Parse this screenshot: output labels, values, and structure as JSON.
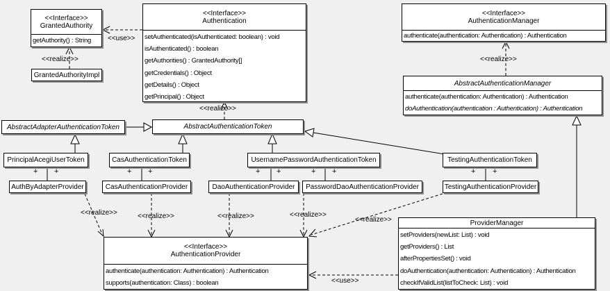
{
  "diagram_type": "uml-class-diagram",
  "colors": {
    "background": "#f0f0f0",
    "box_fill": "#ffffff",
    "line": "#000000",
    "shadow": "#8f8f8f"
  },
  "edge_labels": {
    "realize": "<<realize>>",
    "use": "<<use>>",
    "plus": "+"
  },
  "classes": {
    "granted_authority": {
      "stereotype": "<<Interface>>",
      "name": "GrantedAuthority",
      "methods": [
        "getAuthority() : String"
      ]
    },
    "granted_authority_impl": {
      "name": "GrantedAuthorityImpl"
    },
    "authentication": {
      "stereotype": "<<Interface>>",
      "name": "Authentication",
      "methods": [
        "setAuthenticated(isAuthenticated: boolean) : void",
        "isAuthenticated() : boolean",
        "getAuthorities() : GrantedAuthority[]",
        "getCredentials() : Object",
        "getDetails() : Object",
        "getPrincipal() : Object"
      ]
    },
    "authentication_manager": {
      "stereotype": "<<Interface>>",
      "name": "AuthenticationManager",
      "methods": [
        "authenticate(authentication: Authentication) : Authentication"
      ]
    },
    "abstract_authentication_manager": {
      "name": "AbstractAuthenticationManager",
      "methods": [
        "authenticate(authentication: Authentication) : Authentication",
        "doAuthentication(authentication : Authentication) : Authentication"
      ]
    },
    "abstract_adapter_authentication_token": {
      "name": "AbstractAdapterAuthenticationToken"
    },
    "abstract_authentication_token": {
      "name": "AbstractAuthenticationToken"
    },
    "principal_acegi_user_token": {
      "name": "PrincipalAcegiUserToken"
    },
    "cas_authentication_token": {
      "name": "CasAuthenticationToken"
    },
    "username_password_authentication_token": {
      "name": "UsernamePasswordAuthenticationToken"
    },
    "testing_authentication_token": {
      "name": "TestingAuthenticationToken"
    },
    "auth_by_adapter_provider": {
      "name": "AuthByAdapterProvider"
    },
    "cas_authentication_provider": {
      "name": "CasAuthenticationProvider"
    },
    "dao_authentication_provider": {
      "name": "DaoAuthenticationProvider"
    },
    "password_dao_authentication_provider": {
      "name": "PasswordDaoAuthenticationProvider"
    },
    "testing_authentication_provider": {
      "name": "TestingAuthenticationProvider"
    },
    "authentication_provider": {
      "stereotype": "<<Interface>>",
      "name": "AuthenticationProvider",
      "methods": [
        "authenticate(authentication: Authentication) : Authentication",
        "supports(authentication: Class) : boolean"
      ]
    },
    "provider_manager": {
      "name": "ProviderManager",
      "methods": [
        "setProviders(newList: List) : void",
        "getProviders() : List",
        "afterPropertiesSet() : void",
        "doAuthentication(authentication: Authentication) : Authentication",
        "checkIfValidList(listToCheck: List) : void"
      ]
    }
  }
}
